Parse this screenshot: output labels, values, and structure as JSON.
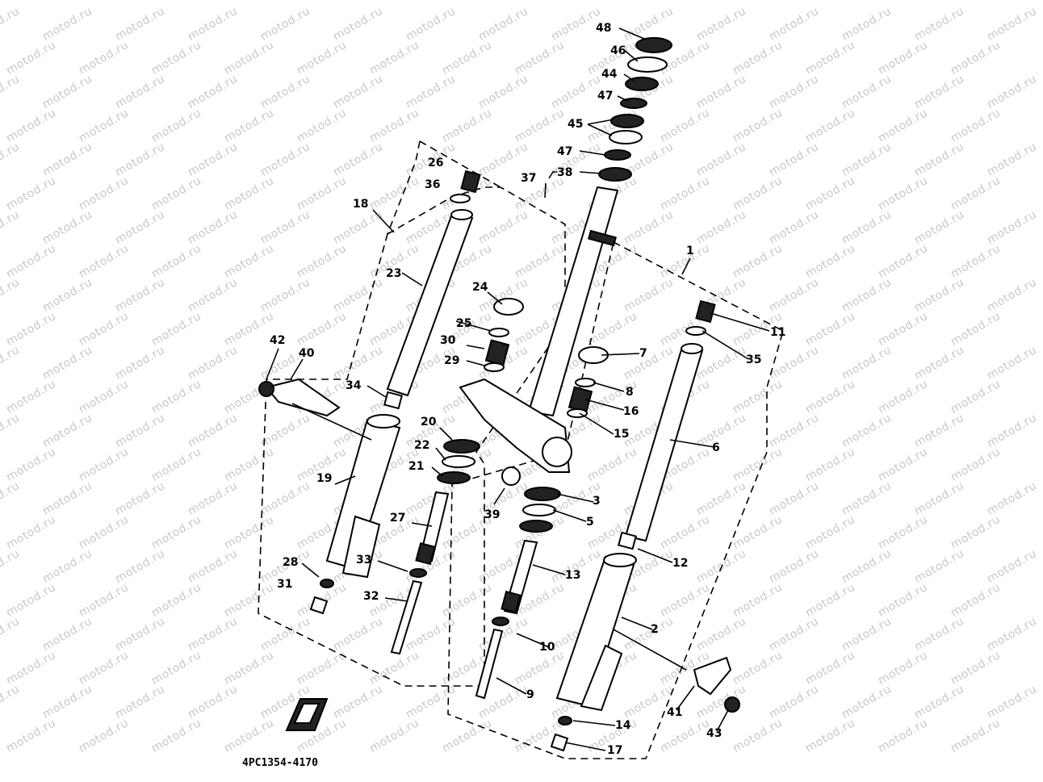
{
  "watermark": "motod.ru",
  "diagram_code": "4PC1354-4170",
  "labels": {
    "l1": "1",
    "l2": "2",
    "l3": "3",
    "l5": "5",
    "l6": "6",
    "l7": "7",
    "l8": "8",
    "l9": "9",
    "l10": "10",
    "l11": "11",
    "l12": "12",
    "l13": "13",
    "l14": "14",
    "l15": "15",
    "l16": "16",
    "l17": "17",
    "l18": "18",
    "l19": "19",
    "l20": "20",
    "l21": "21",
    "l22": "22",
    "l23": "23",
    "l24": "24",
    "l25": "25",
    "l26": "26",
    "l27": "27",
    "l28": "28",
    "l29": "29",
    "l30": "30",
    "l31": "31",
    "l32": "32",
    "l33": "33",
    "l34": "34",
    "l35": "35",
    "l36": "36",
    "l37": "37",
    "l38": "38",
    "l39": "39",
    "l40": "40",
    "l41": "41",
    "l42": "42",
    "l43": "43",
    "l44": "44",
    "l45": "45",
    "l46": "46",
    "l47a": "47",
    "l47b": "47",
    "l48": "48"
  }
}
